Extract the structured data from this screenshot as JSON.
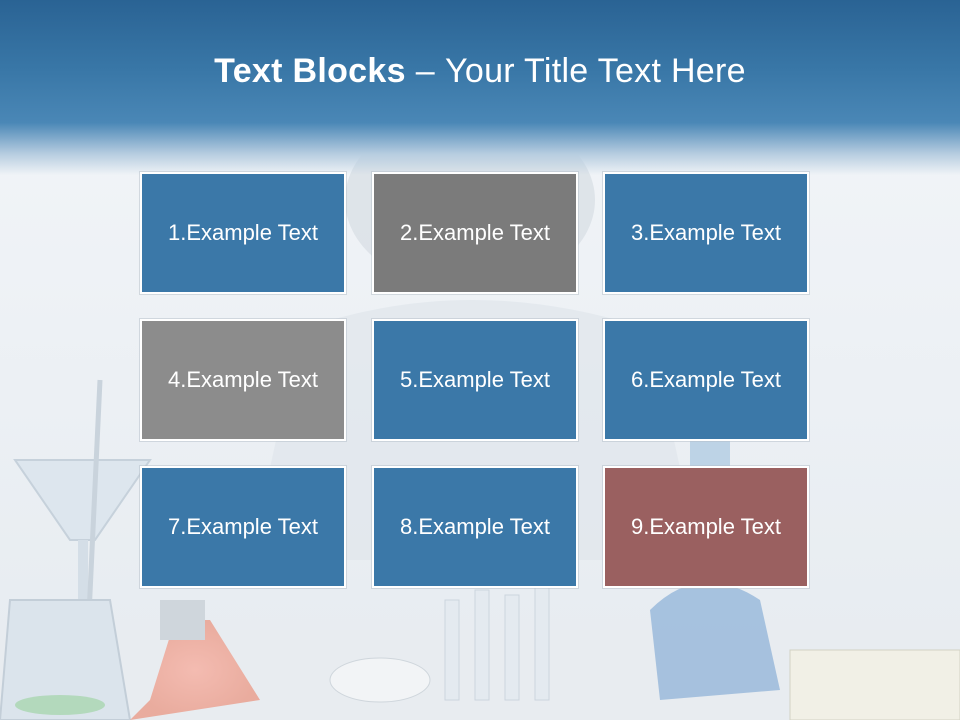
{
  "title": {
    "bold": "Text Blocks",
    "dash": "–",
    "rest": "Your Title Text Here"
  },
  "colors": {
    "blue": "#3b78a8",
    "gray_dark": "#7b7b7b",
    "gray_light": "#8c8c8c",
    "red": "#9a6060"
  },
  "blocks": [
    {
      "label": "1.Example Text",
      "color": "#3b78a8"
    },
    {
      "label": "2.Example Text",
      "color": "#7b7b7b"
    },
    {
      "label": "3.Example Text",
      "color": "#3b78a8"
    },
    {
      "label": "4.Example Text",
      "color": "#8c8c8c"
    },
    {
      "label": "5.Example Text",
      "color": "#3b78a8"
    },
    {
      "label": "6.Example Text",
      "color": "#3b78a8"
    },
    {
      "label": "7.Example Text",
      "color": "#3b78a8"
    },
    {
      "label": "8.Example Text",
      "color": "#3b78a8"
    },
    {
      "label": "9.Example Text",
      "color": "#9a6060"
    }
  ]
}
